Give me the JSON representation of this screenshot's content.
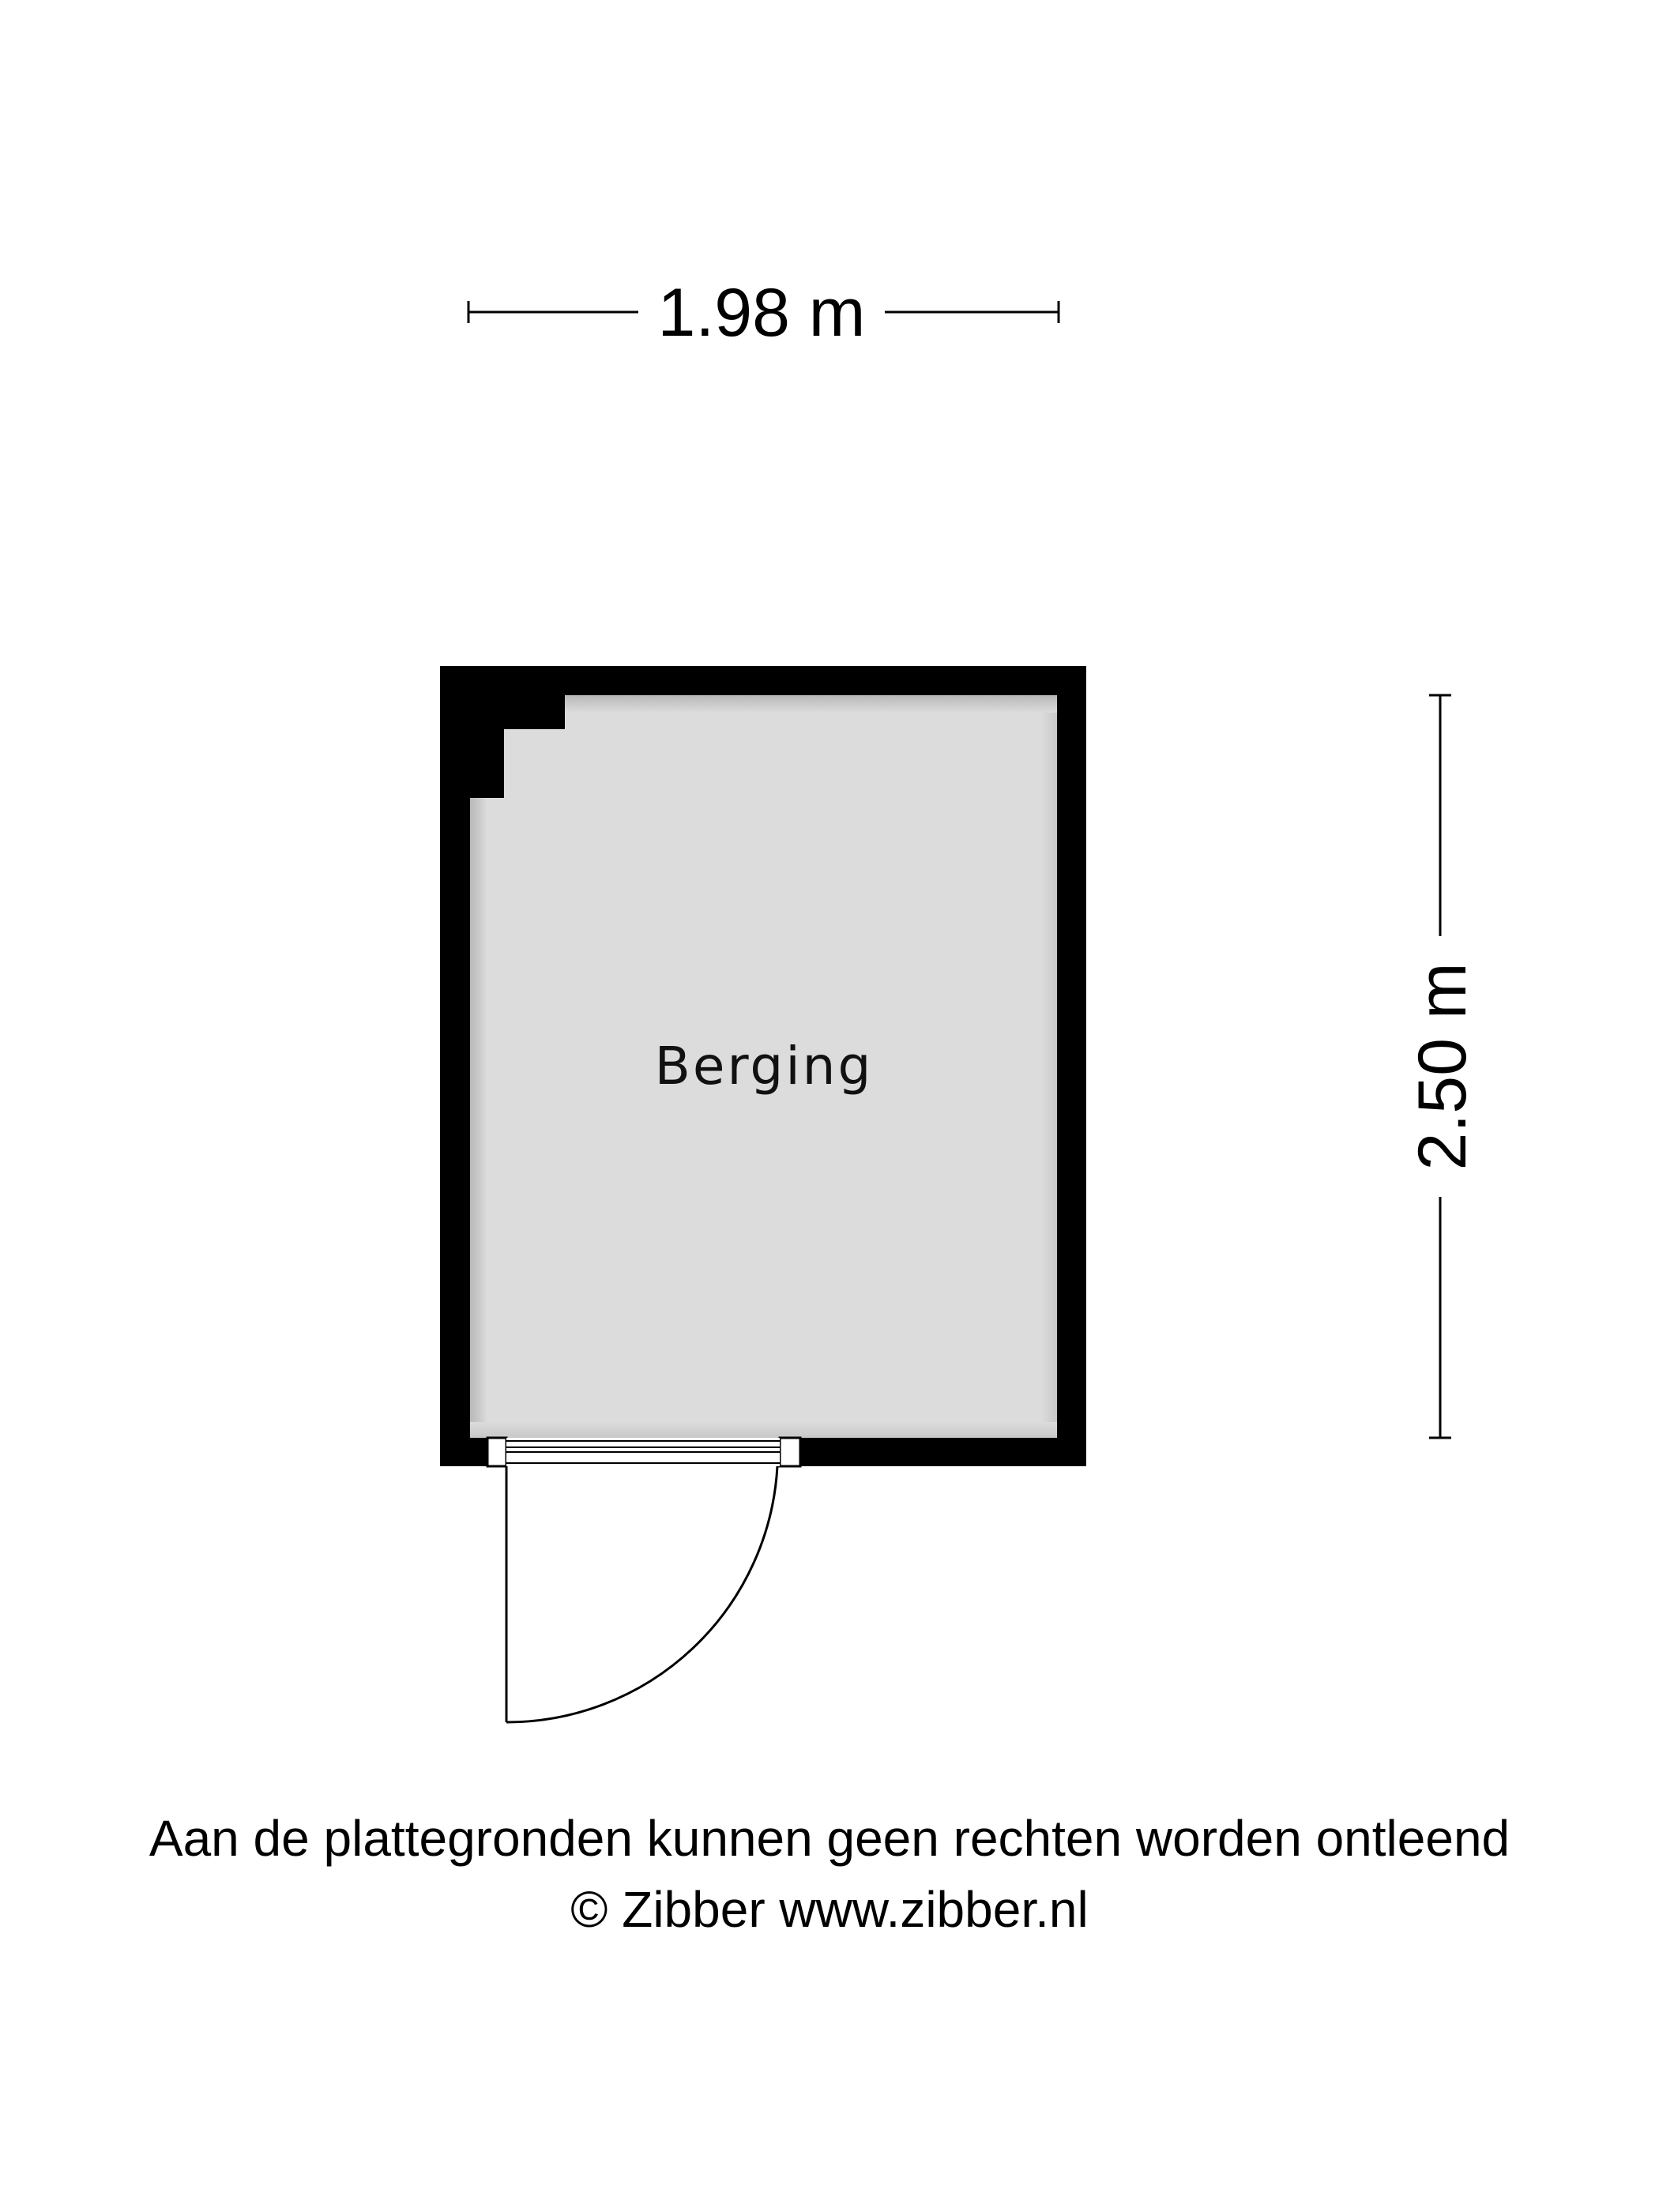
{
  "floorplan": {
    "width_dimension": "1.98 m",
    "height_dimension": "2.50 m",
    "room_name": "Berging",
    "colors": {
      "wall": "#000000",
      "floor": "#dcdcdc",
      "floor_shadow": "#c4c4c4",
      "door_line": "#000000",
      "background": "#ffffff"
    }
  },
  "footer": {
    "disclaimer": "Aan de plattegronden kunnen geen rechten worden ontleend",
    "copyright": "© Zibber www.zibber.nl"
  }
}
